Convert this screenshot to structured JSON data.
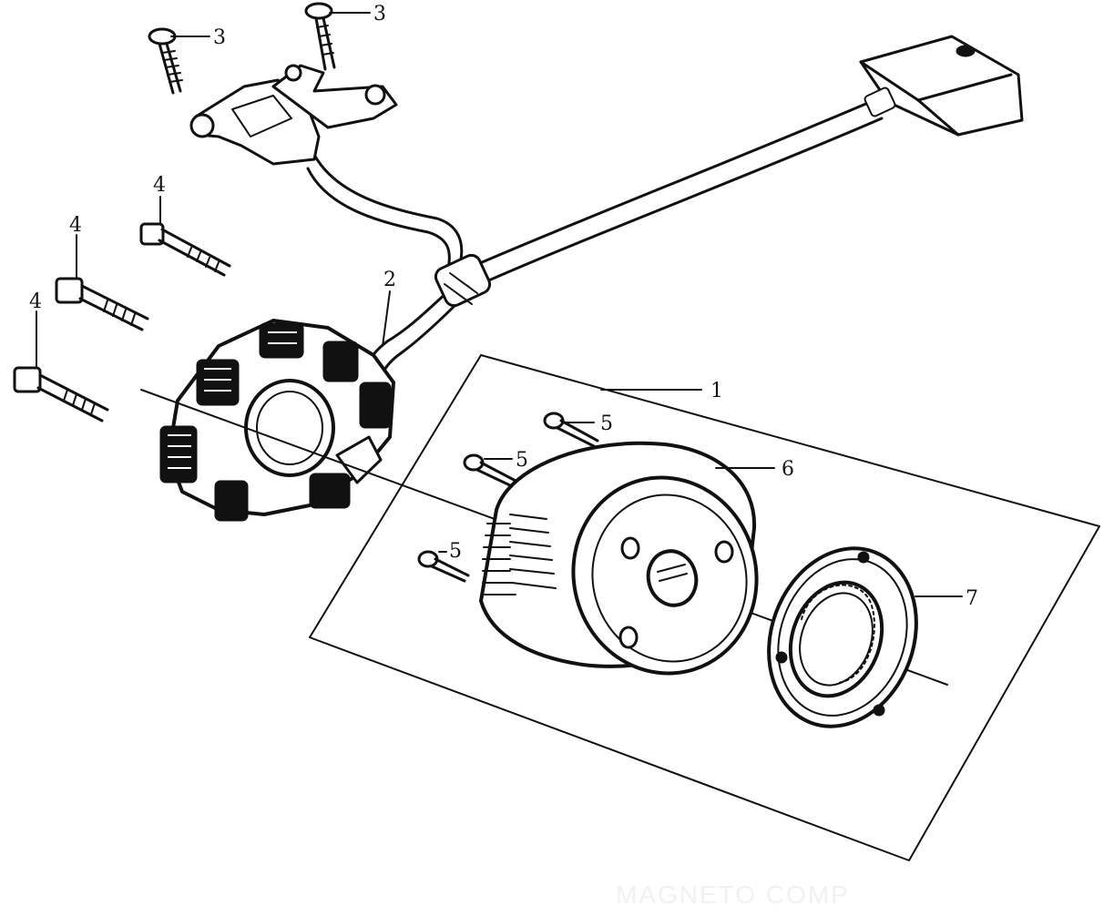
{
  "diagram": {
    "callouts": {
      "p1": "1",
      "p2": "2",
      "p3a": "3",
      "p3b": "3",
      "p4a": "4",
      "p4b": "4",
      "p4c": "4",
      "p5a": "5",
      "p5b": "5",
      "p5c": "5",
      "p6": "6",
      "p7": "7"
    },
    "watermark": "MAGNETO COMP"
  }
}
